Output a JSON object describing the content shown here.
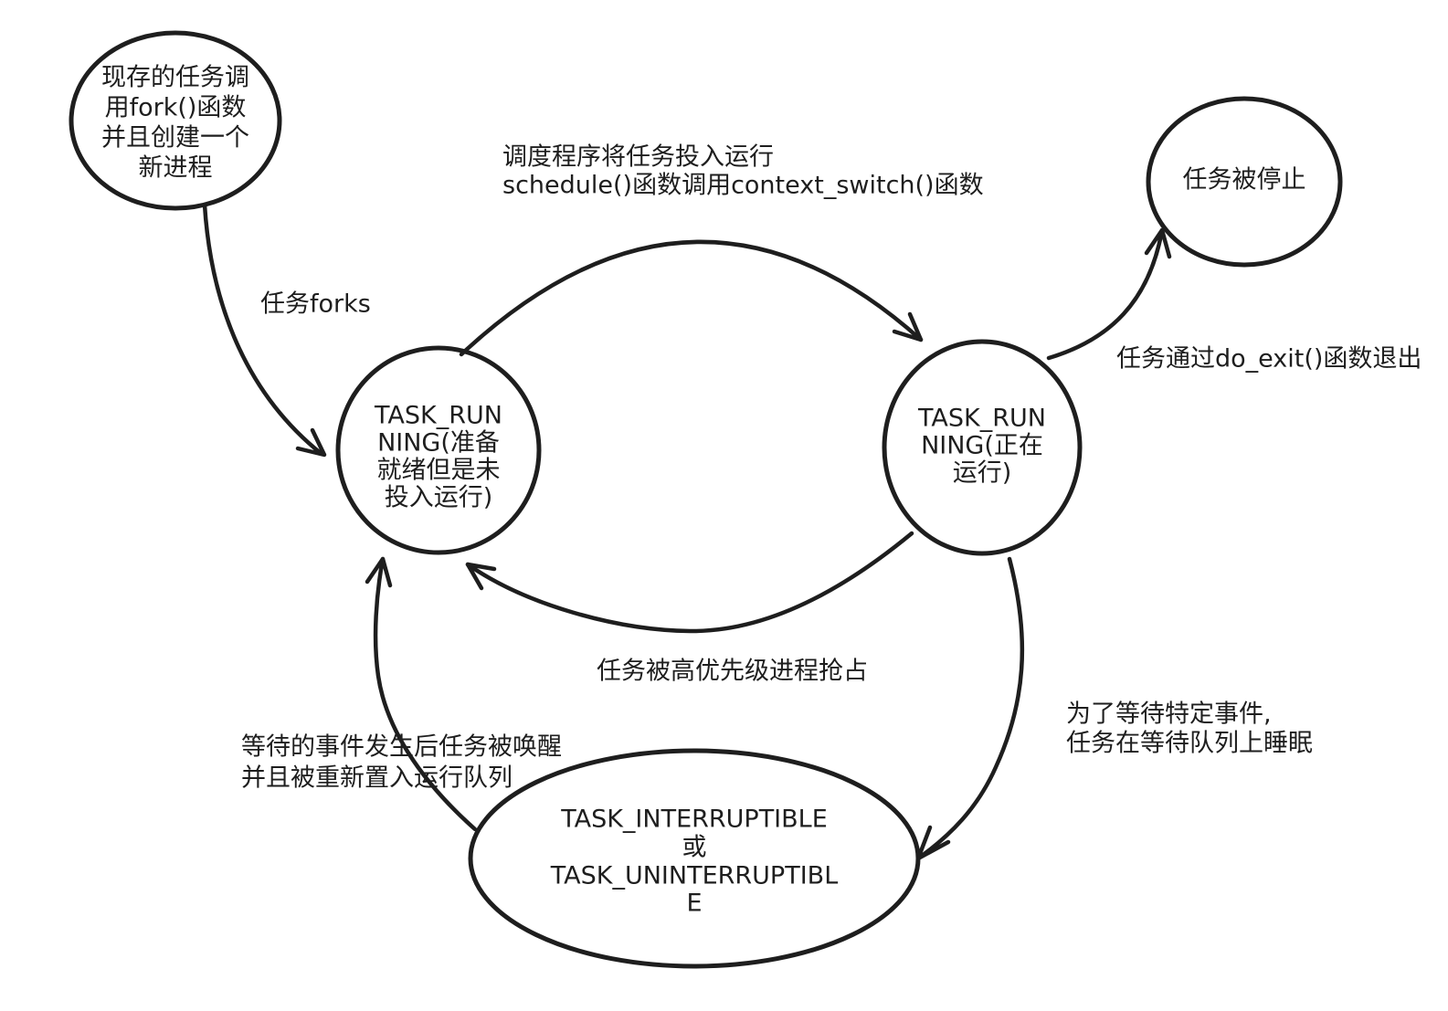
{
  "diagram": {
    "background": "#ffffff",
    "ink": "#1e1e1e",
    "nodes": [
      {
        "id": "fork-source",
        "lines": [
          "现存的任务调",
          "用fork()函数",
          "并且创建一个",
          "新进程"
        ]
      },
      {
        "id": "task-running-ready",
        "lines": [
          "TASK_RUN",
          "NING(准备",
          "就绪但是未",
          "投入运行)"
        ]
      },
      {
        "id": "task-running-executing",
        "lines": [
          "TASK_RUN",
          "NING(正在",
          "运行)"
        ]
      },
      {
        "id": "task-stopped",
        "lines": [
          "任务被停止"
        ]
      },
      {
        "id": "task-sleeping",
        "lines": [
          "TASK_INTERRUPTIBLE",
          "或",
          "TASK_UNINTERRUPTIBL",
          "E"
        ]
      }
    ],
    "edges": [
      {
        "id": "forks",
        "label_lines": [
          "任务forks"
        ]
      },
      {
        "id": "schedule",
        "label_lines": [
          "调度程序将任务投入运行",
          "schedule()函数调用context_switch()函数"
        ]
      },
      {
        "id": "do-exit",
        "label_lines": [
          "任务通过do_exit()函数退出"
        ]
      },
      {
        "id": "preempt",
        "label_lines": [
          "任务被高优先级进程抢占"
        ]
      },
      {
        "id": "sleep",
        "label_lines": [
          "为了等待特定事件,",
          "任务在等待队列上睡眠"
        ]
      },
      {
        "id": "wake",
        "label_lines": [
          "等待的事件发生后任务被唤醒",
          "并且被重新置入运行队列"
        ]
      }
    ]
  }
}
